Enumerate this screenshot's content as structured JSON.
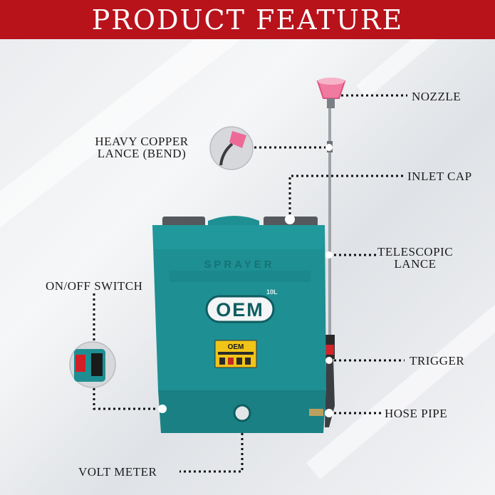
{
  "banner": {
    "title": "PRODUCT FEATURE",
    "color": "#b8121b"
  },
  "product": {
    "body_text": "SPRAYER",
    "brand": "OEM",
    "capacity": "10L",
    "sticker_brand": "OEM",
    "body_color": "#1e8f93"
  },
  "callouts": {
    "nozzle": "NOZZLE",
    "heavy_copper_lance_line1": "HEAVY COPPER",
    "heavy_copper_lance_line2": "LANCE (BEND)",
    "inlet_cap": "INLET CAP",
    "telescopic_lance_line1": "TELESCOPIC",
    "telescopic_lance_line2": "LANCE",
    "on_off_switch": "ON/OFF SWITCH",
    "trigger": "TRIGGER",
    "hose_pipe": "HOSE PIPE",
    "volt_meter": "VOLT METER"
  }
}
